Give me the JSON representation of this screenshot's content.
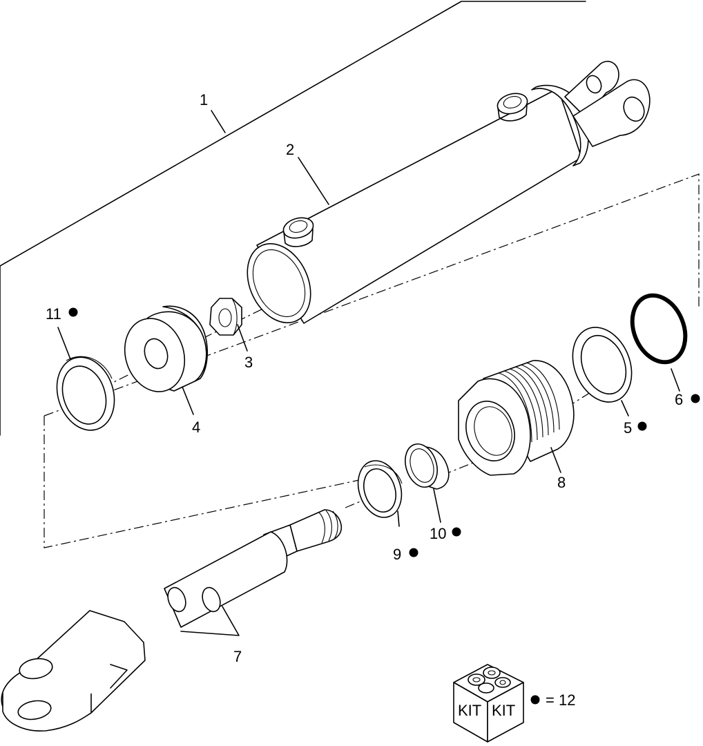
{
  "callouts": {
    "c1": "1",
    "c2": "2",
    "c3": "3",
    "c4": "4",
    "c5": "5",
    "c6": "6",
    "c7": "7",
    "c8": "8",
    "c9": "9",
    "c10": "10",
    "c11": "11"
  },
  "kit": {
    "box_label_left": "KIT",
    "box_label_right": "KIT",
    "legend_text": "= 12"
  }
}
